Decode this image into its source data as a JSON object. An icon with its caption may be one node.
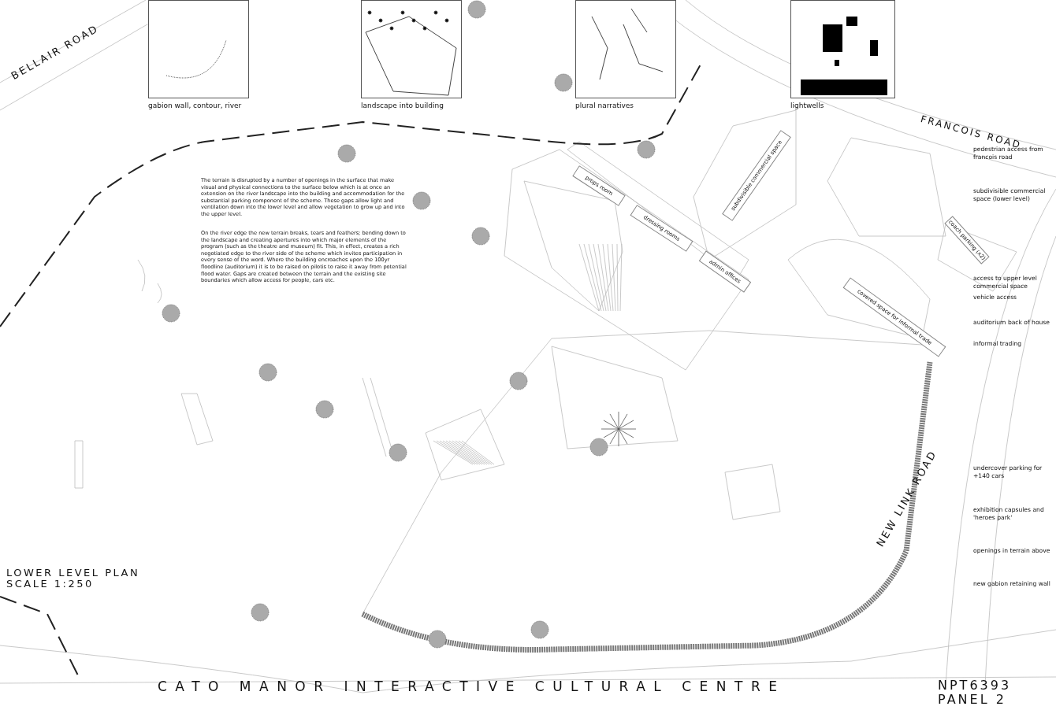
{
  "diagram": {
    "title": "CATO MANOR INTERACTIVE CULTURAL CENTRE",
    "nodes": [
      {
        "text": [
          "gabion wall, contour, river"
        ]
      },
      {
        "text": [
          "landscape into building"
        ]
      },
      {
        "text": [
          "plural narratives"
        ]
      },
      {
        "text": [
          "lightwells"
        ]
      },
      {
        "text": [
          "props room"
        ]
      },
      {
        "text": [
          "dressing rooms"
        ]
      },
      {
        "text": [
          "admin offices"
        ]
      },
      {
        "text": [
          "subdivisible commercial space"
        ]
      },
      {
        "text": [
          "coach parking (x2)"
        ]
      },
      {
        "text": [
          "covered space for informal trade"
        ]
      }
    ],
    "edges": [],
    "labels": [
      "BELLAIR ROAD",
      "FRANCOIS ROAD",
      "The terrain is disrupted by a number of openings in the surface that make visual and physical connections to the surface below which is at once an extension on the river landscape into the building and accommodation for the substantial parking component of the scheme. These gaps allow light and ventilation down into the lower level and allow vegetation to grow up and into the upper level.",
      "On the river edge the new terrain breaks, tears and feathers; bending down to the landscape and creating apertures into which major elements of the program (such as the theatre and museum) fit. This, in effect, creates a rich negotiated edge to the river side of the scheme which invites participation in every sense of the word. Where the building encroaches upon the 100yr floodline (auditorium) it is to be raised on pilotis to raise it away from potential flood water. Gaps are created between the terrain and the existing site boundaries which allow access for people, cars etc.",
      "pedestrian access from francois road",
      "subdivisible commercial space (lower level)",
      "access to upper level commercial space",
      "vehicle access",
      "auditorium back of house",
      "informal trading",
      "undercover parking for +140 cars",
      "exhibition capsules and 'heroes park'",
      "openings in terrain above",
      "new gabion retaining wall",
      "NEW LINK ROAD",
      "LOWER LEVEL PLAN",
      "SCALE 1:250",
      "NPT6393",
      "PANEL 2"
    ]
  }
}
